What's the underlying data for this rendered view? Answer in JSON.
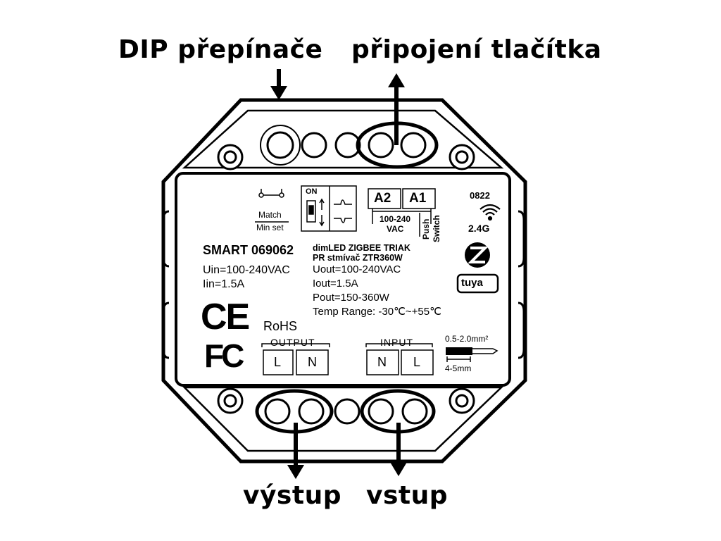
{
  "callouts": {
    "dip_switches": "DIP přepínače",
    "button_connection": "připojení tlačítka",
    "output": "výstup",
    "input": "vstup"
  },
  "device": {
    "match_label": "Match",
    "min_set_label": "Min set",
    "dip_on": "ON",
    "terminal_a2": "A2",
    "terminal_a1": "A1",
    "voltage_vac_line1": "100-240",
    "voltage_vac_line2": "VAC",
    "push_label": "Push",
    "switch_label": "Switch",
    "code": "0822",
    "band": "2.4G",
    "model": "SMART 069062",
    "product_line1": "dimLED ZIGBEE TRIAK",
    "product_line2": "PR stmívač ZTR360W",
    "uin": "Uin=100-240VAC",
    "iin": "Iin=1.5A",
    "uout": "Uout=100-240VAC",
    "iout": "Iout=1.5A",
    "pout": "Pout=150-360W",
    "temp": "Temp Range: -30℃~+55℃",
    "ce": "CE",
    "rohs": "RoHS",
    "fcc": "FC",
    "output_label": "OUTPUT",
    "input_label": "INPUT",
    "out_l": "L",
    "out_n": "N",
    "in_n": "N",
    "in_l": "L",
    "wire_gauge": "0.5-2.0mm²",
    "strip_length": "4-5mm",
    "tuya": "tuya"
  }
}
